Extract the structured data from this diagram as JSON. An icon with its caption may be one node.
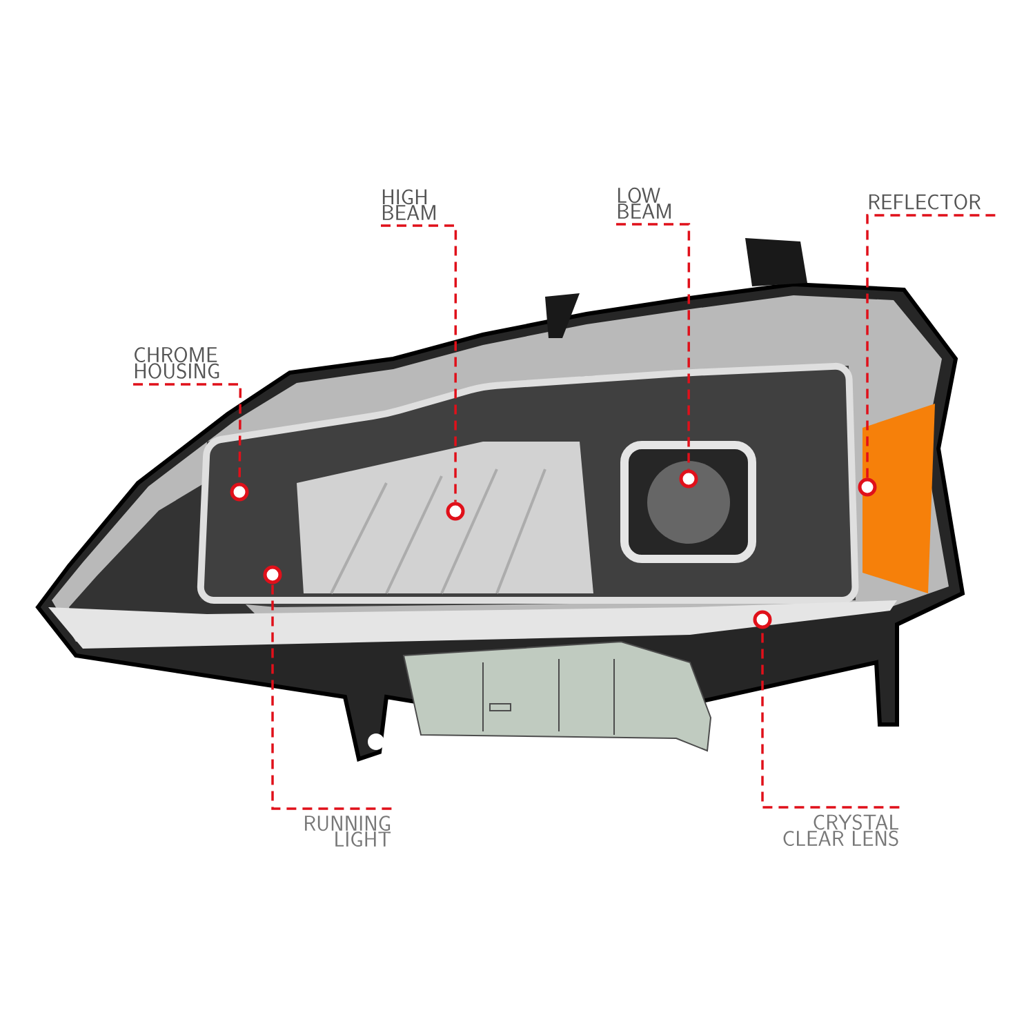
{
  "diagram": {
    "nodes": [
      {
        "text": [
          "CHROME HOUSING"
        ]
      },
      {
        "text": [
          "HIGH BEAM"
        ]
      },
      {
        "text": [
          "LOW BEAM"
        ]
      },
      {
        "text": [
          "REFLECTOR"
        ]
      },
      {
        "text": [
          "RUNNING LIGHT"
        ]
      },
      {
        "text": [
          "CRYSTAL CLEAR LENS"
        ]
      },
      {
        "text": [],
        "shape": "circle"
      },
      {
        "text": [],
        "shape": "circle"
      },
      {
        "text": [],
        "shape": "circle"
      },
      {
        "text": [],
        "shape": "circle"
      },
      {
        "text": [],
        "shape": "circle"
      },
      {
        "text": [],
        "shape": "circle"
      }
    ],
    "edges": [
      {
        "from": 0,
        "to": 6,
        "arrow": "none",
        "style": "dashed"
      },
      {
        "from": 1,
        "to": 7,
        "arrow": "none",
        "style": "dashed"
      },
      {
        "from": 2,
        "to": 8,
        "arrow": "none",
        "style": "dashed"
      },
      {
        "from": 3,
        "to": 9,
        "arrow": "none",
        "style": "dashed"
      },
      {
        "from": 4,
        "to": 10,
        "arrow": "none",
        "style": "dashed"
      },
      {
        "from": 5,
        "to": 11,
        "arrow": "none",
        "style": "dashed"
      }
    ]
  }
}
